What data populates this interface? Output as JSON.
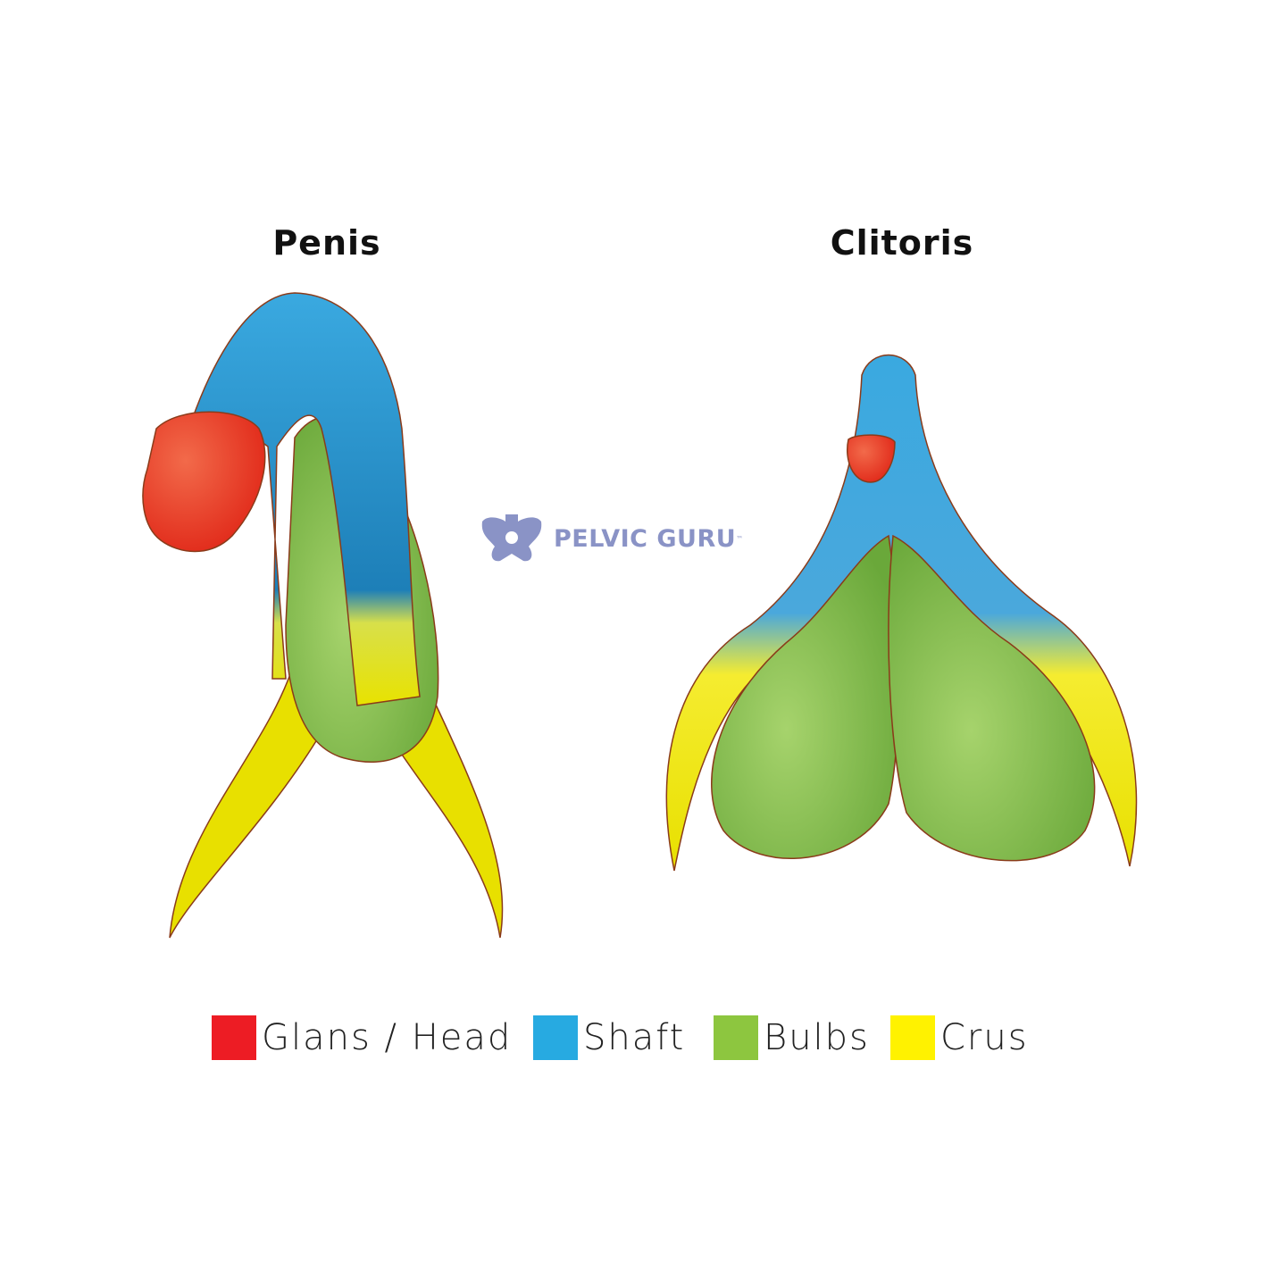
{
  "titles": {
    "left": "Penis",
    "right": "Clitoris"
  },
  "logo": {
    "text": "PELVIC GURU",
    "trademark": "™"
  },
  "legend": [
    {
      "label": "Glans / Head",
      "color": "#ed1c24"
    },
    {
      "label": "Shaft",
      "color": "#27aae1"
    },
    {
      "label": "Bulbs",
      "color": "#8dc63f"
    },
    {
      "label": "Crus",
      "color": "#fff200"
    }
  ]
}
